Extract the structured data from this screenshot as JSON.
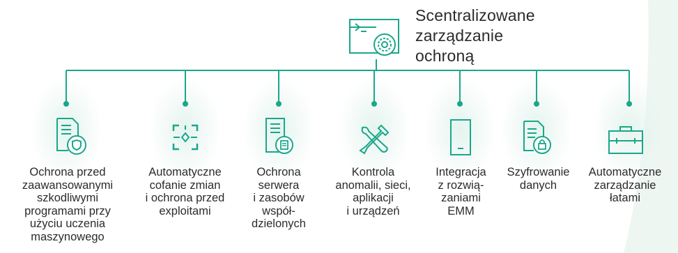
{
  "colors": {
    "accent": "#1aa78a",
    "text": "#2b2b2b",
    "glow": "#e6f4ef",
    "background_tint": "#eef6f2"
  },
  "central": {
    "title": "Scentralizowane\nzarządzanie\nochroną",
    "icon": "management-console-gear-icon"
  },
  "features": [
    {
      "label": "Ochrona przed\nzaawansowanymi\nszkodliwymi\nprogramami przy\nużyciu uczenia\nmaszynowego",
      "icon": "document-shield-icon"
    },
    {
      "label": "Automatyczne\ncofanie zmian\ni ochrona przed\nexploitami",
      "icon": "rollback-frame-icon"
    },
    {
      "label": "Ochrona\nserwera\ni zasobów\nwspół-\ndzielonych",
      "icon": "server-icon"
    },
    {
      "label": "Kontrola\nanomalii, sieci,\naplikacji\ni urządzeń",
      "icon": "wrench-screwdriver-icon"
    },
    {
      "label": "Integracja\nz rozwią-\nzaniami\nEMM",
      "icon": "mobile-device-icon"
    },
    {
      "label": "Szyfrowanie\ndanych",
      "icon": "encrypted-document-icon"
    },
    {
      "label": "Automatyczne\nzarządzanie\nłatami",
      "icon": "toolbox-icon"
    }
  ]
}
